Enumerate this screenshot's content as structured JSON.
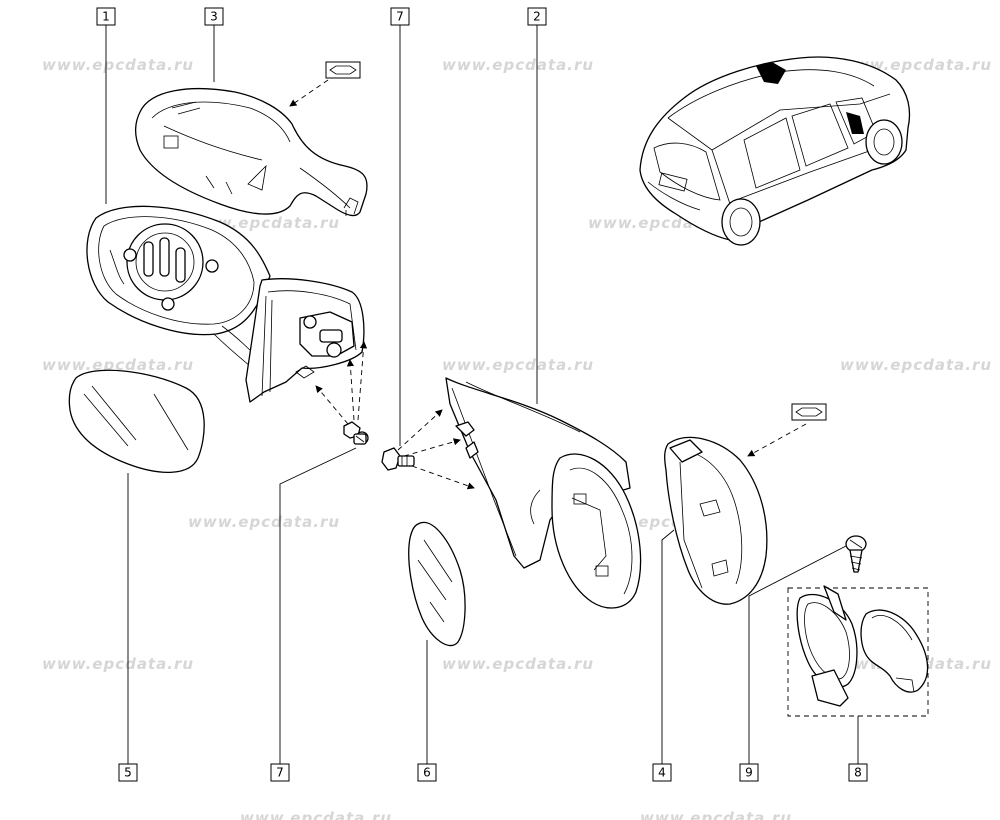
{
  "watermark": "www.epcdata.ru",
  "callouts": {
    "c1": "1",
    "c2": "2",
    "c3": "3",
    "c4": "4",
    "c5": "5",
    "c6": "6",
    "c7_top": "7",
    "c7_bottom": "7",
    "c8": "8",
    "c9": "9"
  }
}
